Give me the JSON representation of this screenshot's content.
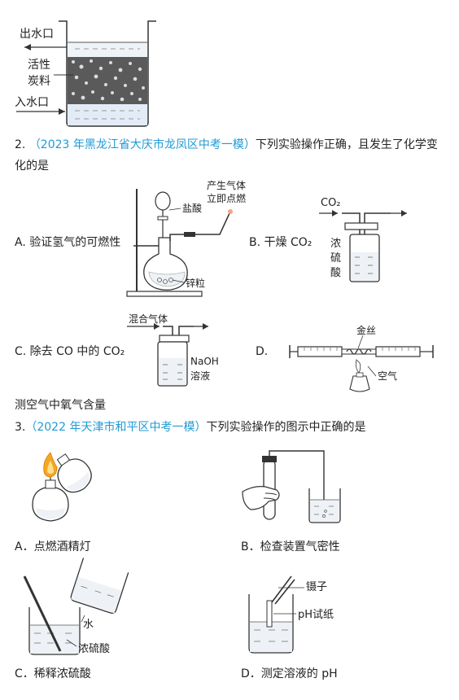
{
  "fig_top": {
    "outlet": "出水口",
    "carbon_1": "活性",
    "carbon_2": "炭料",
    "inlet": "入水口"
  },
  "q2": {
    "number": "2.",
    "source": "（2023 年黑龙江省大庆市龙凤区中考一模）",
    "stem_1": "下列实验操作正确，且发生了化学变",
    "stem_2": "化的是",
    "A": {
      "option": "A. 验证氢气的可燃性",
      "gas_1": "产生气体",
      "gas_2": "立即点燃",
      "acid": "盐酸",
      "zinc": "锌粒"
    },
    "B": {
      "option": "B.  干燥 CO₂",
      "co2": "CO₂",
      "acid_1": "浓",
      "acid_2": "硫",
      "acid_3": "酸"
    },
    "C": {
      "option": "C. 除去 CO 中的 CO₂",
      "mixed_gas": "混合气体",
      "naoh_1": "NaOH",
      "naoh_2": "溶液"
    },
    "D": {
      "option": "D.",
      "wire": "金丝",
      "air": "空气",
      "caption": "测空气中氧气含量"
    }
  },
  "q3": {
    "number": "3.",
    "source": "（2022 年天津市和平区中考一模）",
    "stem": "下列实验操作的图示中正确的是",
    "A": {
      "option": "A．点燃酒精灯"
    },
    "B": {
      "option": "B．检查装置气密性"
    },
    "C": {
      "option": "C．稀释浓硫酸",
      "water": "水",
      "acid": "浓硫酸"
    },
    "D": {
      "option": "D．测定溶液的 pH",
      "tweezers": "镊子",
      "paper": "pH试纸"
    }
  }
}
